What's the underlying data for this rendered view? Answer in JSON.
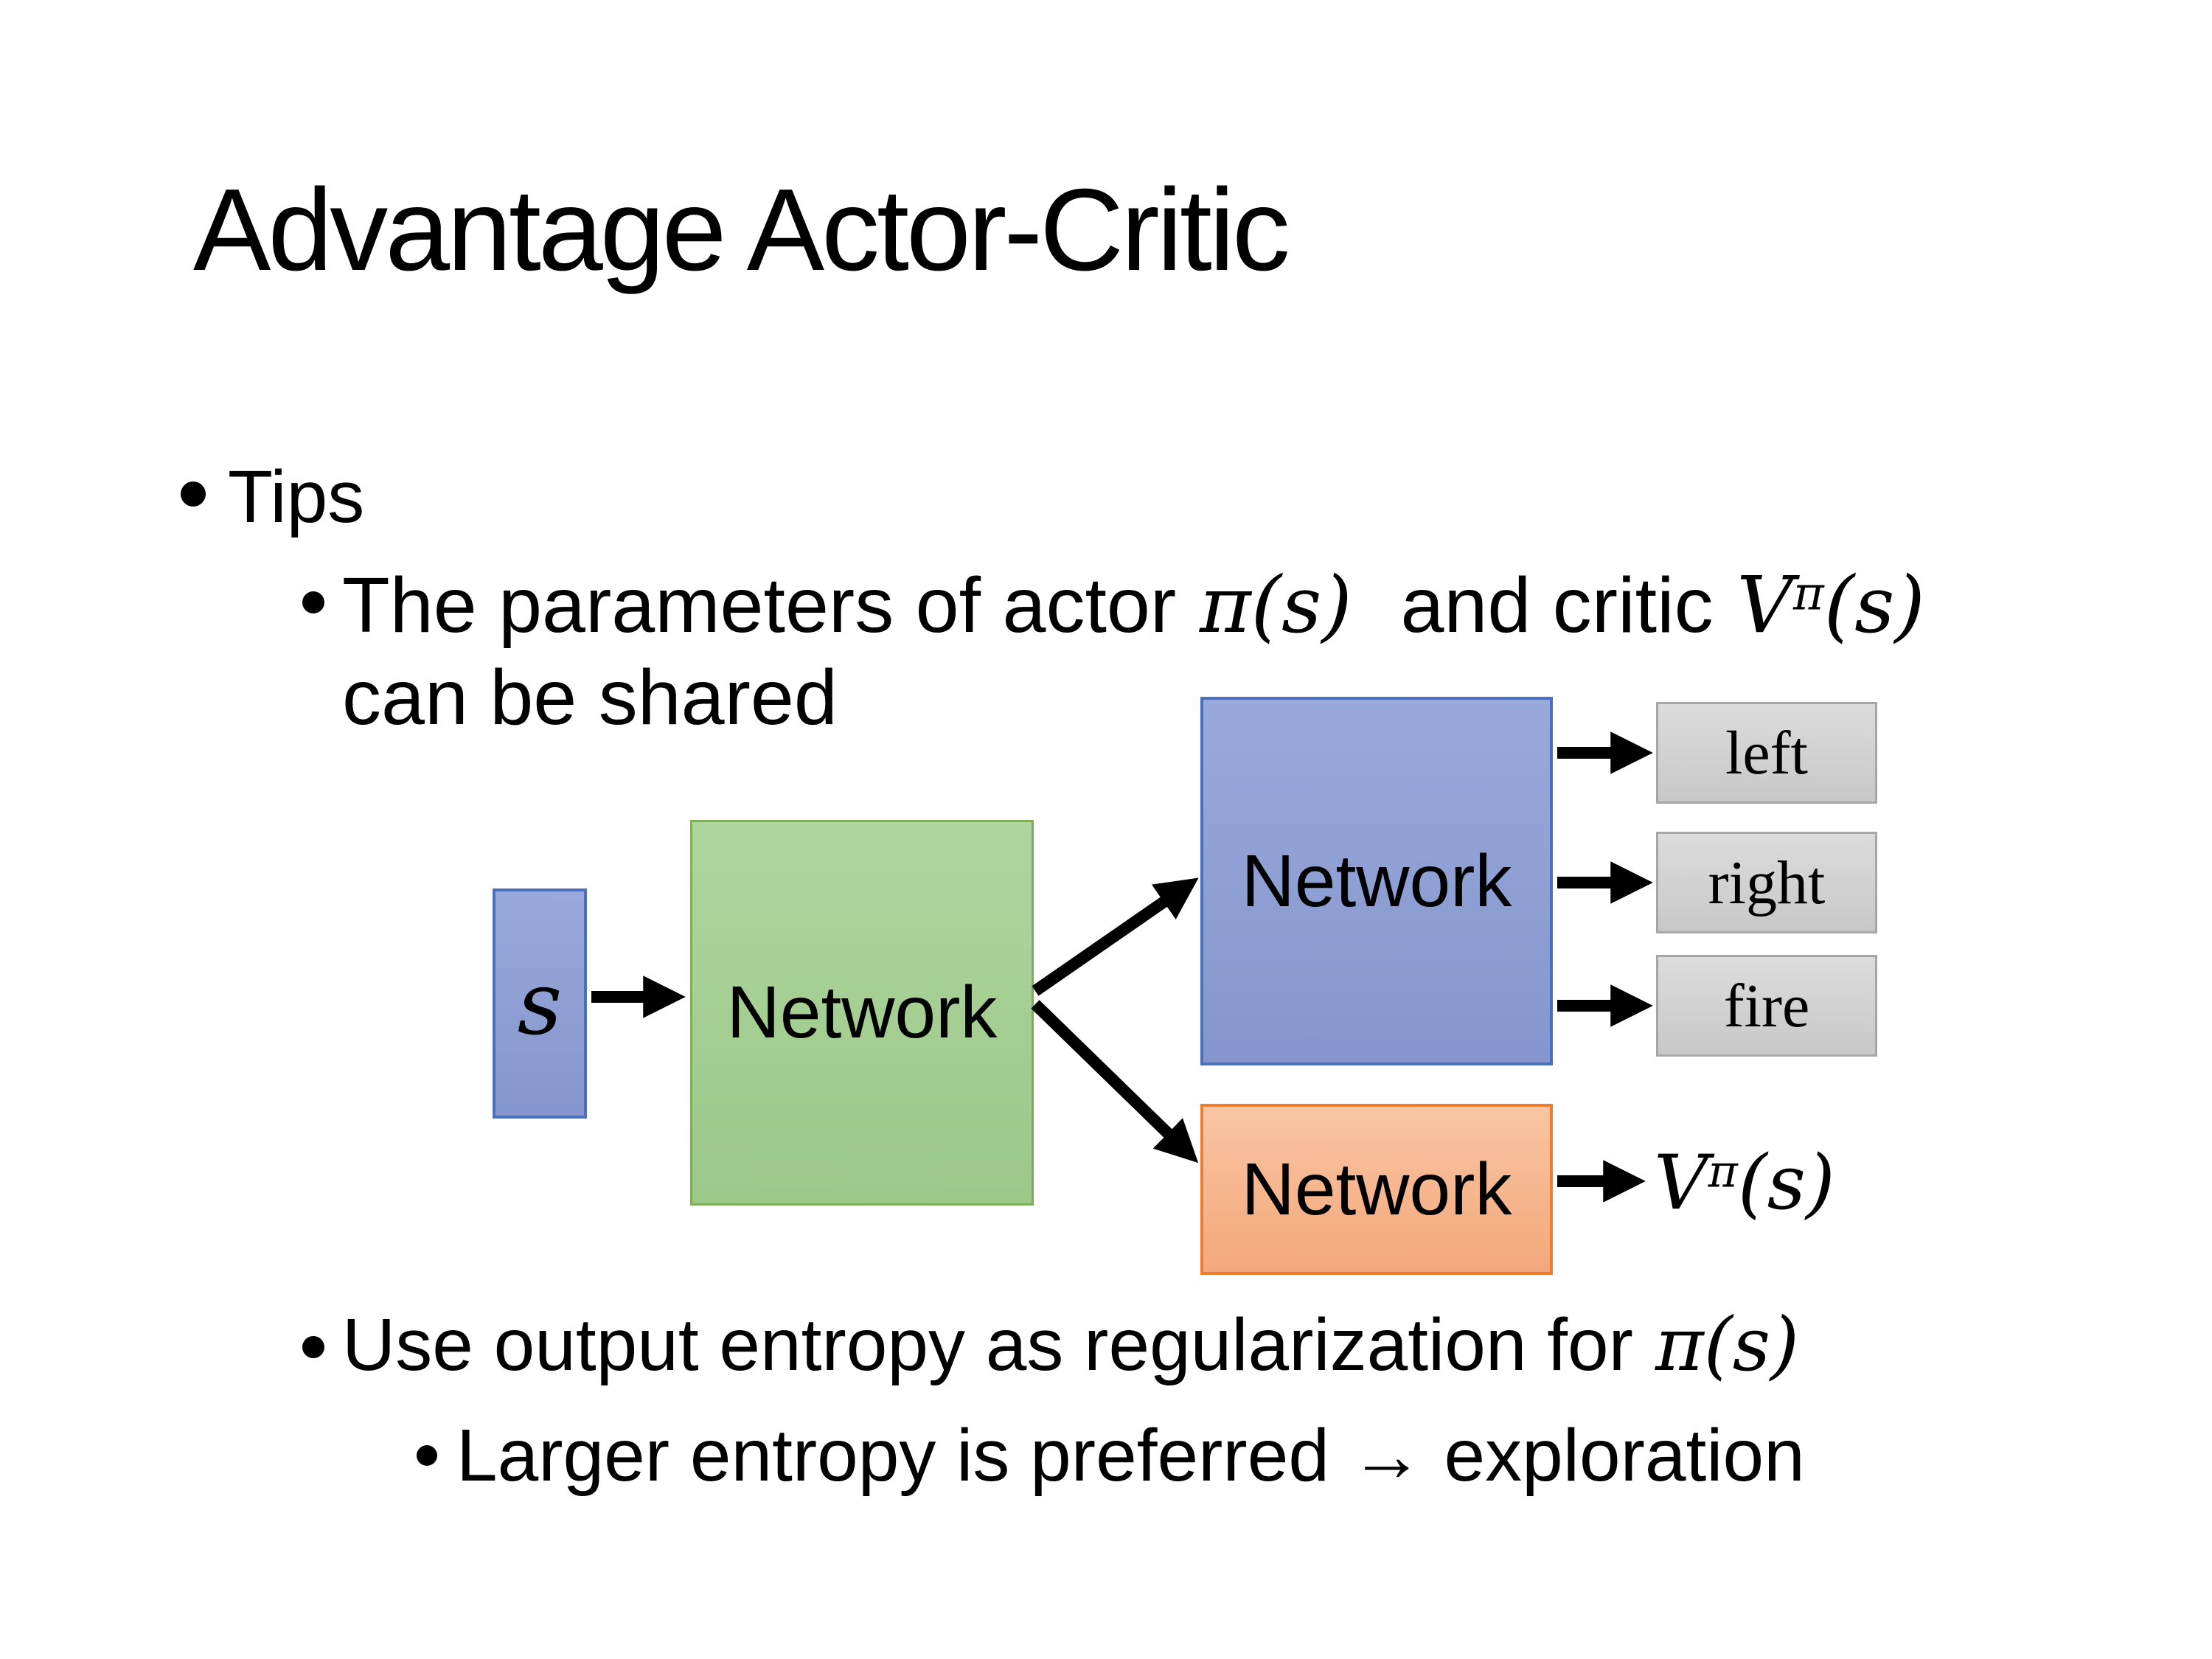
{
  "slide": {
    "title": "Advantage Actor-Critic",
    "bullets": {
      "tips": "Tips",
      "b1_pre": "The parameters of actor",
      "b1_pi": "π(s)",
      "b1_mid": "and critic",
      "b1_v_base": "V",
      "b1_v_sup": "π",
      "b1_v_args": "(s)",
      "b1_line2": "can be shared",
      "b2_pre": "Use output entropy as regularization for",
      "b2_pi": "π(s)",
      "b3": "Larger entropy is preferred → exploration"
    },
    "diagram": {
      "input_label": "s",
      "shared_network_label": "Network",
      "actor_network_label": "Network",
      "critic_network_label": "Network",
      "actions": [
        "left",
        "right",
        "fire"
      ],
      "value_base": "V",
      "value_sup": "π",
      "value_args": "(s)"
    },
    "colors": {
      "box_blue_fill": "#8fa0d4",
      "box_blue_border": "#4a6fbd",
      "box_green_fill": "#a6cf94",
      "box_green_border": "#7dae5b",
      "box_orange_fill": "#f6b68f",
      "box_orange_border": "#ed7d31",
      "box_gray_fill": "#d2d2d2",
      "box_gray_border": "#a6a6a6",
      "arrow_color": "#000000",
      "text_color": "#000000",
      "background": "#ffffff"
    }
  }
}
